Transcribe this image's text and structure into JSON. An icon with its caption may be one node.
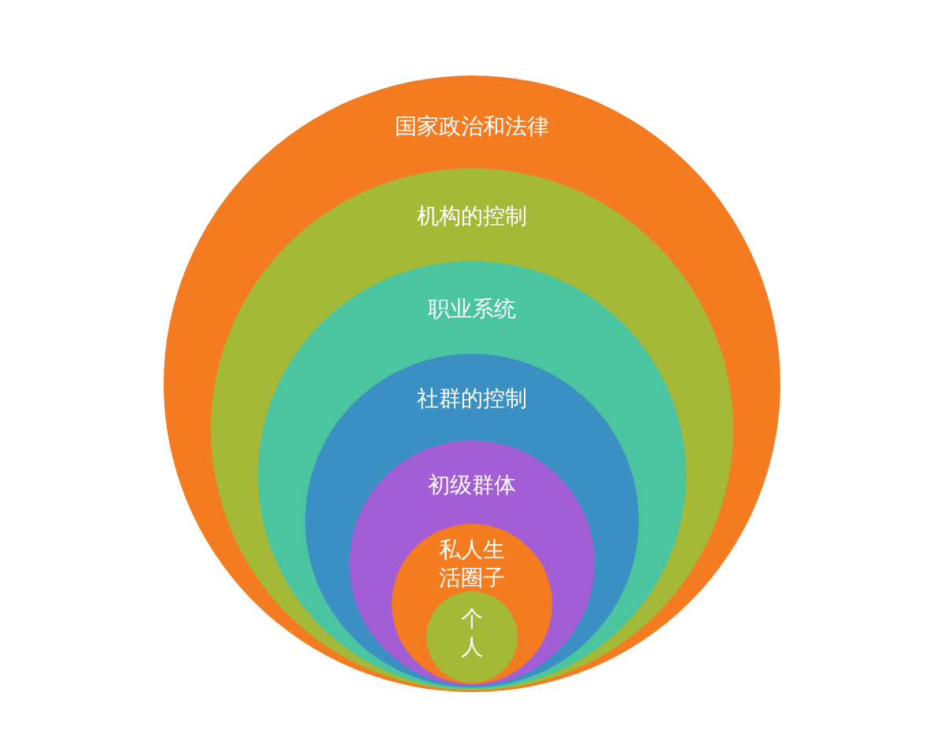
{
  "diagram": {
    "nodes": [
      {
        "text": [
          "国家政治和法律"
        ]
      },
      {
        "text": [
          "机构的控制"
        ],
        "in": 0
      },
      {
        "text": [
          "职业系统"
        ],
        "in": 1
      },
      {
        "text": [
          "社群的控制"
        ],
        "in": 2
      },
      {
        "text": [
          "初级群体"
        ],
        "in": 3
      },
      {
        "text": [
          "私人生活圈子"
        ],
        "in": 4
      },
      {
        "text": [
          "个人"
        ],
        "in": 5
      }
    ]
  }
}
